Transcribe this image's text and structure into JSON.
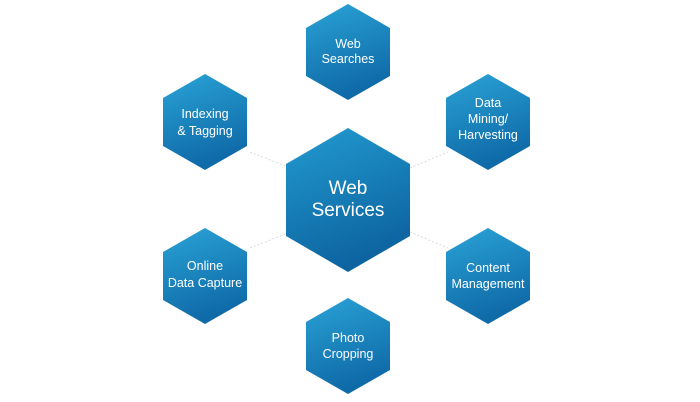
{
  "center": {
    "lines": [
      "Web",
      "Services"
    ],
    "color_top": "#1f96c9",
    "color_bottom": "#0f6aa6"
  },
  "services": [
    {
      "id": "web-searches",
      "lines": [
        "Web",
        "Searches"
      ]
    },
    {
      "id": "data-mining-harvesting",
      "lines": [
        "Data",
        "Mining/",
        "Harvesting"
      ]
    },
    {
      "id": "content-management",
      "lines": [
        "Content",
        "Management"
      ]
    },
    {
      "id": "photo-cropping",
      "lines": [
        "Photo",
        "Cropping"
      ]
    },
    {
      "id": "online-data-capture",
      "lines": [
        "Online",
        "Data Capture"
      ]
    },
    {
      "id": "indexing-tagging",
      "lines": [
        "Indexing",
        "& Tagging"
      ]
    }
  ],
  "colors": {
    "hex_top": "#2a9fd2",
    "hex_bottom": "#1171b0",
    "text": "#ffffff",
    "connector": "#d4dbe2"
  }
}
